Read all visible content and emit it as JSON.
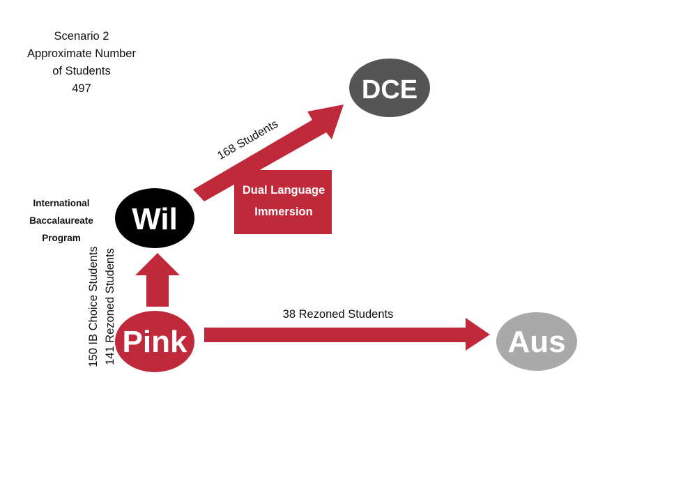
{
  "colors": {
    "arrow": "#c0293a",
    "wil": "#000000",
    "dce": "#555555",
    "pink": "#c0293a",
    "aus": "#a9a9a9",
    "box": "#c0293a"
  },
  "scenario": {
    "line1": "Scenario 2",
    "line2": "Approximate Number",
    "line3": "of Students",
    "line4": "497"
  },
  "ib_program": {
    "line1": "International",
    "line2": "Baccalaureate",
    "line3": "Program"
  },
  "nodes": {
    "wil": "Wil",
    "dce": "DCE",
    "pink": "Pink",
    "aus": "Aus"
  },
  "flows": {
    "wil_to_dce": "168 Students",
    "pink_to_aus": "38 Rezoned Students",
    "pink_to_wil_choice": "150 IB Choice Students",
    "pink_to_wil_rezoned": "141 Rezoned Students"
  },
  "dual_language": {
    "line1": "Dual Language",
    "line2": "Immersion"
  }
}
